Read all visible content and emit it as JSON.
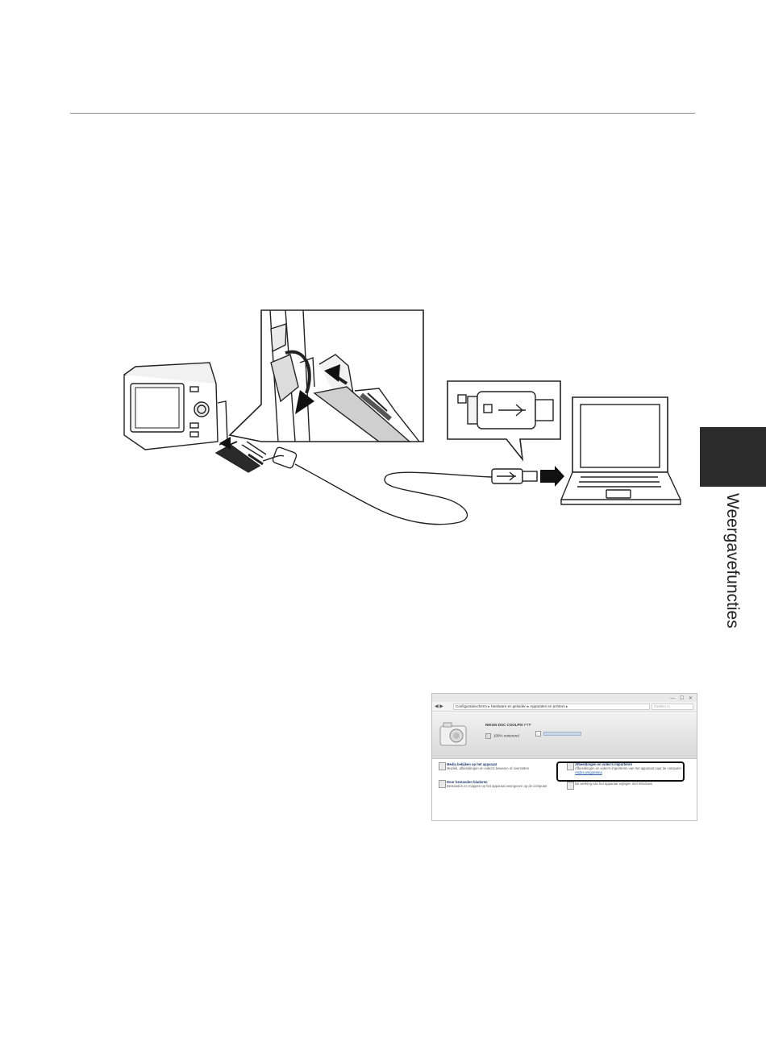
{
  "sidebar": {
    "section_title": "Weergavefuncties"
  },
  "illustration": {
    "camera": "camera-with-usb-cable",
    "connector": "usb-connector-closeup",
    "computer": "laptop-computer"
  },
  "explorer_window": {
    "breadcrumb": "Configuratiescherm ▸ Hardware en geluiden ▸ Apparaten en printers ▸",
    "search_placeholder": "Zoeken in",
    "device_name": "NIKON DSC COOLPIX",
    "device_type": "PTP",
    "charge_status": "100% resterend",
    "tasks": [
      {
        "title": "Media bekijken op het apparaat",
        "desc": "Muziek, afbeeldingen en video's bewaren of overzetten"
      },
      {
        "title": "Afbeeldingen en video's importeren",
        "desc": "Afbeeldingen en video's importeren van het apparaat naar de computer",
        "link": "Ander programma"
      },
      {
        "title": "Door bestanden bladeren",
        "desc": "Bestanden en mappen op het apparaat weergeven op de computer"
      },
      {
        "title": "",
        "desc": "De werking van het apparaat wijzigen met Windows"
      }
    ]
  }
}
